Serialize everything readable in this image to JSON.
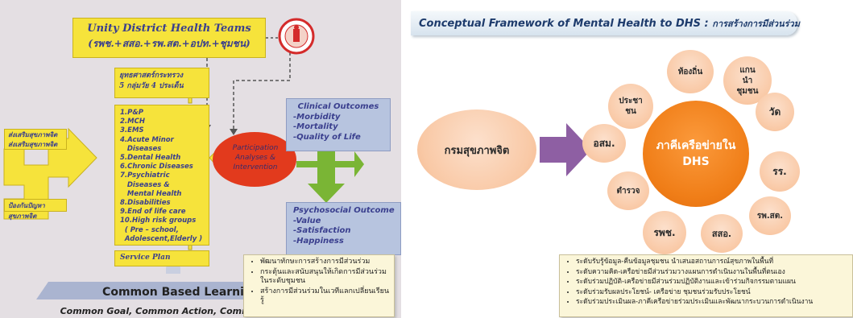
{
  "left": {
    "team_title": "Unity District Health Teams",
    "team_members": "(รพช.+สสอ.+รพ.สต.+อปท.+ชุมชน)",
    "strategy_line1": "ยุทธศาสตร์กระทรวง",
    "strategy_line2": "5 กลุ่มวัย 4 ประเด็น",
    "items": [
      "1.P&P",
      "2.MCH",
      "3.EMS",
      "4.Acute Minor",
      "   Diseases",
      "5.Dental Health",
      "6.Chronic Diseases",
      "7.Psychiatric",
      "   Diseases &",
      "   Mental Health",
      "8.Disabilities",
      "9.End of life care",
      "10.High risk groups",
      "  ( Pre – school,",
      "  Adolescent,Elderly )"
    ],
    "service_plan": "Service Plan",
    "promotion_line1": "ส่งเสริมสุขภาพจิต",
    "promotion_line2": "ส่งเสริมสุขภาพจิต",
    "prevention": "ป้องกันปัญหาสุขภาพจิต",
    "intervention": [
      "Participation",
      "Analyses &",
      "Intervention"
    ],
    "clinical_title": "Clinical Outcomes",
    "clinical_items": [
      "-Morbidity",
      "-Mortality",
      "-Quality of Life"
    ],
    "psycho_title": "Psychosocial Outcome",
    "psycho_items": [
      "-Value",
      "-Satisfaction",
      "-Happiness"
    ],
    "common_based": "Common Based Learning",
    "common_sub": "Common Goal, Common Action, Common Learning",
    "colors": {
      "yellow": "#f6e33b",
      "red_oval": "#e23a1d",
      "green_arrow": "#7ab535",
      "blue_box": "#b7c4df"
    }
  },
  "right": {
    "banner_en": "Conceptual Framework of Mental Health to DHS :",
    "banner_th": "การสร้างการมีส่วนร่วม",
    "department": "กรมสุขภาพจิต",
    "center_lines": [
      "ภาคีเครือข่ายใน",
      "DHS"
    ],
    "partners": {
      "local": "ท้องถิ่น",
      "leader": [
        "แกน",
        "นำ",
        "ชุมชน"
      ],
      "people": [
        "ประชา",
        "ชน"
      ],
      "temple": "วัด",
      "vhv": "อสม.",
      "school": "รร.",
      "police": "ตำรวจ",
      "hospital_sub": "รพ.สต.",
      "hospital": "รพช.",
      "ssa": "สสอ."
    },
    "notes_left": [
      "พัฒนาทักษะการสร้างการมีส่วนร่วม",
      "กระตุ้นและสนับสนุนให้เกิดการมีส่วนร่วมในระดับชุมชน",
      "สร้างการมีส่วนร่วมในเวทีแลกเปลี่ยนเรียนรู้"
    ],
    "notes_right": [
      "ระดับรับรู้ข้อมูล-คืนข้อมูลชุมชน นำเสนอสถานการณ์สุขภาพในพื้นที่",
      "ระดับความคิด-เครือข่ายมีส่วนร่วมวางแผนการดำเนินงานในพื้นที่ตนเอง",
      "ระดับร่วมปฏิบัติ-เครือข่ายมีส่วนร่วมปฏิบัติงานและเข้าร่วมกิจกรรมตามแผน",
      "ระดับร่วมรับผลประโยชน์- เครือข่าย ชุมชนร่วมรับประโยชน์",
      "ระดับร่วมประเมินผล-ภาคีเครือข่ายร่วมประเมินและพัฒนากระบวนการดำเนินงาน"
    ],
    "colors": {
      "peach": "#f9c9a6",
      "orange": "#f07e18",
      "purple_arrow": "#8e5fa3",
      "banner_text": "#1d3b6c"
    }
  }
}
